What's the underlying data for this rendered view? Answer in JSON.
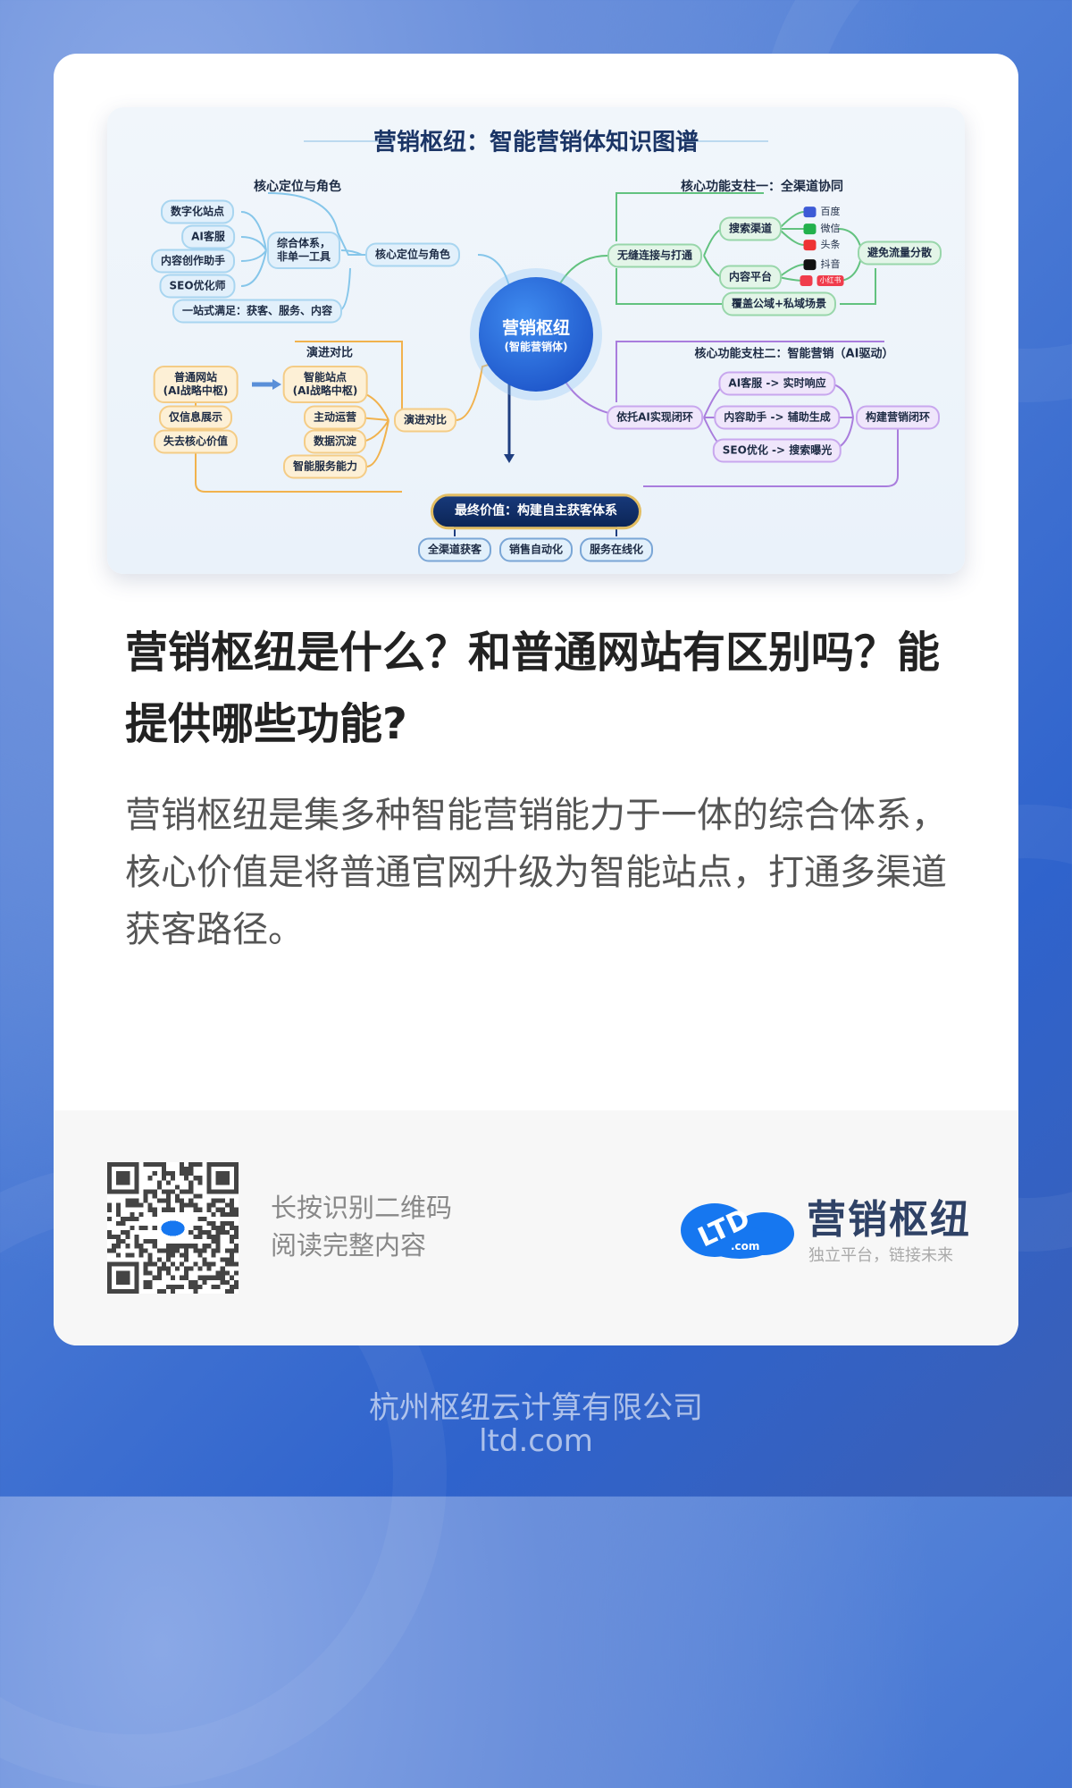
{
  "mindmap": {
    "title": "营销枢纽：智能营销体知识图谱",
    "center": {
      "line1": "营销枢纽",
      "line2": "(智能营销体)"
    },
    "positioning": {
      "heading": "核心定位与角色",
      "node": "核心定位与角色",
      "system": "综合体系，\n非单一工具",
      "roles": [
        "数字化站点",
        "AI客服",
        "内容创作助手",
        "SEO优化师"
      ],
      "one_stop": "一站式满足：获客、服务、内容"
    },
    "pillar1": {
      "heading": "核心功能支柱一：全渠道协同",
      "node": "无缝连接与打通",
      "search": "搜索渠道",
      "content": "内容平台",
      "platforms": [
        "百度",
        "微信",
        "头条",
        "抖音",
        "小红书"
      ],
      "result": "避免流量分散",
      "cover": "覆盖公域+私域场景"
    },
    "evolution": {
      "heading": "演进对比",
      "node": "演进对比",
      "old": "普通网站\n(AI战略中枢)",
      "old_items": [
        "仅信息展示",
        "失去核心价值"
      ],
      "new": "智能站点\n(AI战略中枢)",
      "new_items": [
        "主动运营",
        "数据沉淀",
        "智能服务能力"
      ]
    },
    "pillar2": {
      "heading": "核心功能支柱二：智能营销（AI驱动）",
      "node": "依托AI实现闭环",
      "items": [
        "AI客服 -> 实时响应",
        "内容助手 -> 辅助生成",
        "SEO优化 -> 搜索曝光"
      ],
      "result": "构建营销闭环"
    },
    "final": {
      "label": "最终价值：构建自主获客体系",
      "items": [
        "全渠道获客",
        "销售自动化",
        "服务在线化"
      ]
    }
  },
  "article": {
    "title": "营销枢纽是什么？和普通网站有区别吗？能提供哪些功能?",
    "summary": "营销枢纽是集多种智能营销能力于一体的综合体系，核心价值是将普通官网升级为智能站点，打通多渠道获客路径。"
  },
  "footer": {
    "qr_line1": "长按识别二维码",
    "qr_line2": "阅读完整内容",
    "logo_text": "LTD.com",
    "brand": "营销枢纽",
    "slogan": "独立平台，链接未来"
  },
  "bottom": {
    "company": "杭州枢纽云计算有限公司",
    "domain": "ltd.com"
  },
  "colors": {
    "accent": "#2f63cc",
    "brand": "#2f4266",
    "logo": "#1677f0"
  }
}
